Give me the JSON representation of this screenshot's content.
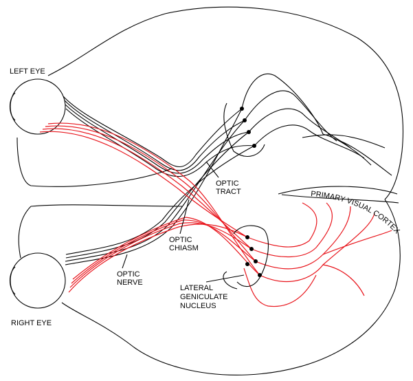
{
  "title": "Visual pathway diagram",
  "labels": {
    "left_eye": "LEFT EYE",
    "right_eye": "RIGHT EYE",
    "optic_nerve_1": "OPTIC",
    "optic_nerve_2": "NERVE",
    "optic_chiasm_1": "OPTIC",
    "optic_chiasm_2": "CHIASM",
    "optic_tract_1": "OPTIC",
    "optic_tract_2": "TRACT",
    "lgn_1": "LATERAL",
    "lgn_2": "GENICULATE",
    "lgn_3": "NUCLEUS",
    "cortex": "PRIMARY VISUAL CORTEX"
  },
  "colors": {
    "crossed_fibers": "#e8141b",
    "uncrossed_fibers": "#000000"
  }
}
